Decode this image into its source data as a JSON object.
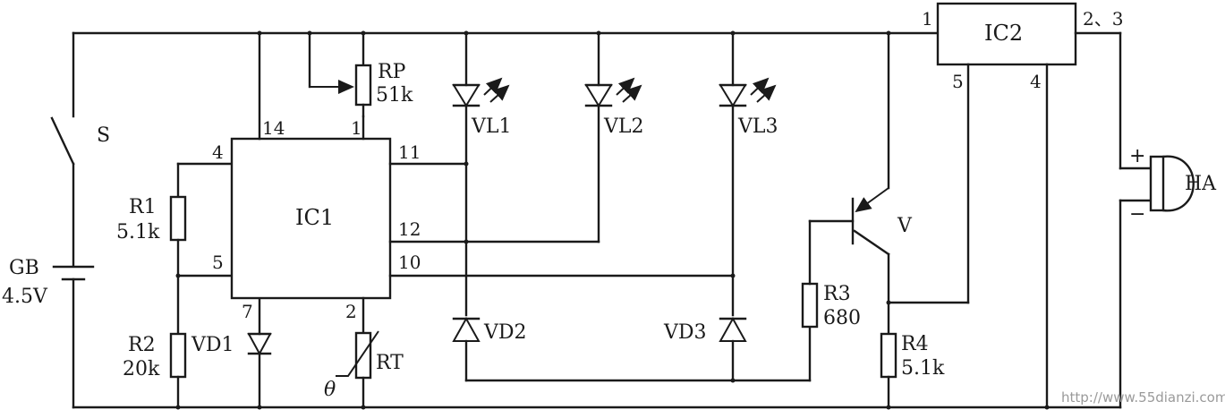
{
  "components": {
    "switch": "S",
    "battery": {
      "name": "GB",
      "value": "4.5V"
    },
    "r1": {
      "name": "R1",
      "value": "5.1k"
    },
    "r2": {
      "name": "R2",
      "value": "20k"
    },
    "vd1": "VD1",
    "rp": {
      "name": "RP",
      "value": "51k"
    },
    "rt": "RT",
    "theta": "θ",
    "ic1": "IC1",
    "vl1": "VL1",
    "vl2": "VL2",
    "vl3": "VL3",
    "vd2": "VD2",
    "vd3": "VD3",
    "r3": {
      "name": "R3",
      "value": "680"
    },
    "transistor": "V",
    "r4": {
      "name": "R4",
      "value": "5.1k"
    },
    "ic2": "IC2",
    "buzzer": {
      "name": "HA",
      "plus": "+",
      "minus": "−"
    }
  },
  "pins": {
    "ic1": {
      "p14": "14",
      "p1": "1",
      "p4": "4",
      "p5": "5",
      "p11": "11",
      "p12": "12",
      "p10": "10",
      "p7": "7",
      "p2": "2"
    },
    "ic2": {
      "p1": "1",
      "p23": "2、3",
      "p5": "5",
      "p4": "4"
    }
  },
  "watermark": "http://www.55dianzi.com"
}
